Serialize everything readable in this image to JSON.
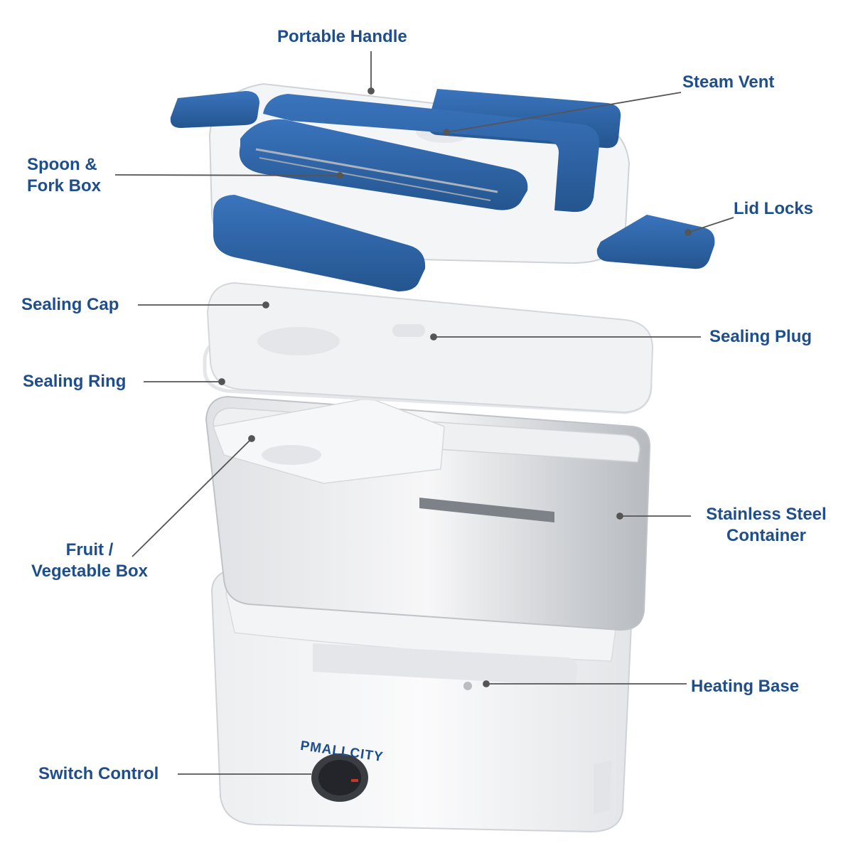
{
  "labels": {
    "portable_handle": "Portable Handle",
    "steam_vent": "Steam Vent",
    "spoon_fork_box": [
      "Spoon &",
      "Fork Box"
    ],
    "lid_locks": "Lid Locks",
    "sealing_cap": "Sealing Cap",
    "sealing_plug": "Sealing Plug",
    "sealing_ring": "Sealing Ring",
    "stainless_steel_container": [
      "Stainless Steel",
      "Container"
    ],
    "fruit_vegetable_box": [
      "Fruit /",
      "Vegetable Box"
    ],
    "heating_base": "Heating Base",
    "switch_control": "Switch Control"
  },
  "product": {
    "brand": "PMALLCITY"
  },
  "colors": {
    "label_text": "#1f4e8c",
    "accent_blue": "#2d63a8",
    "leader_line": "#555555"
  }
}
